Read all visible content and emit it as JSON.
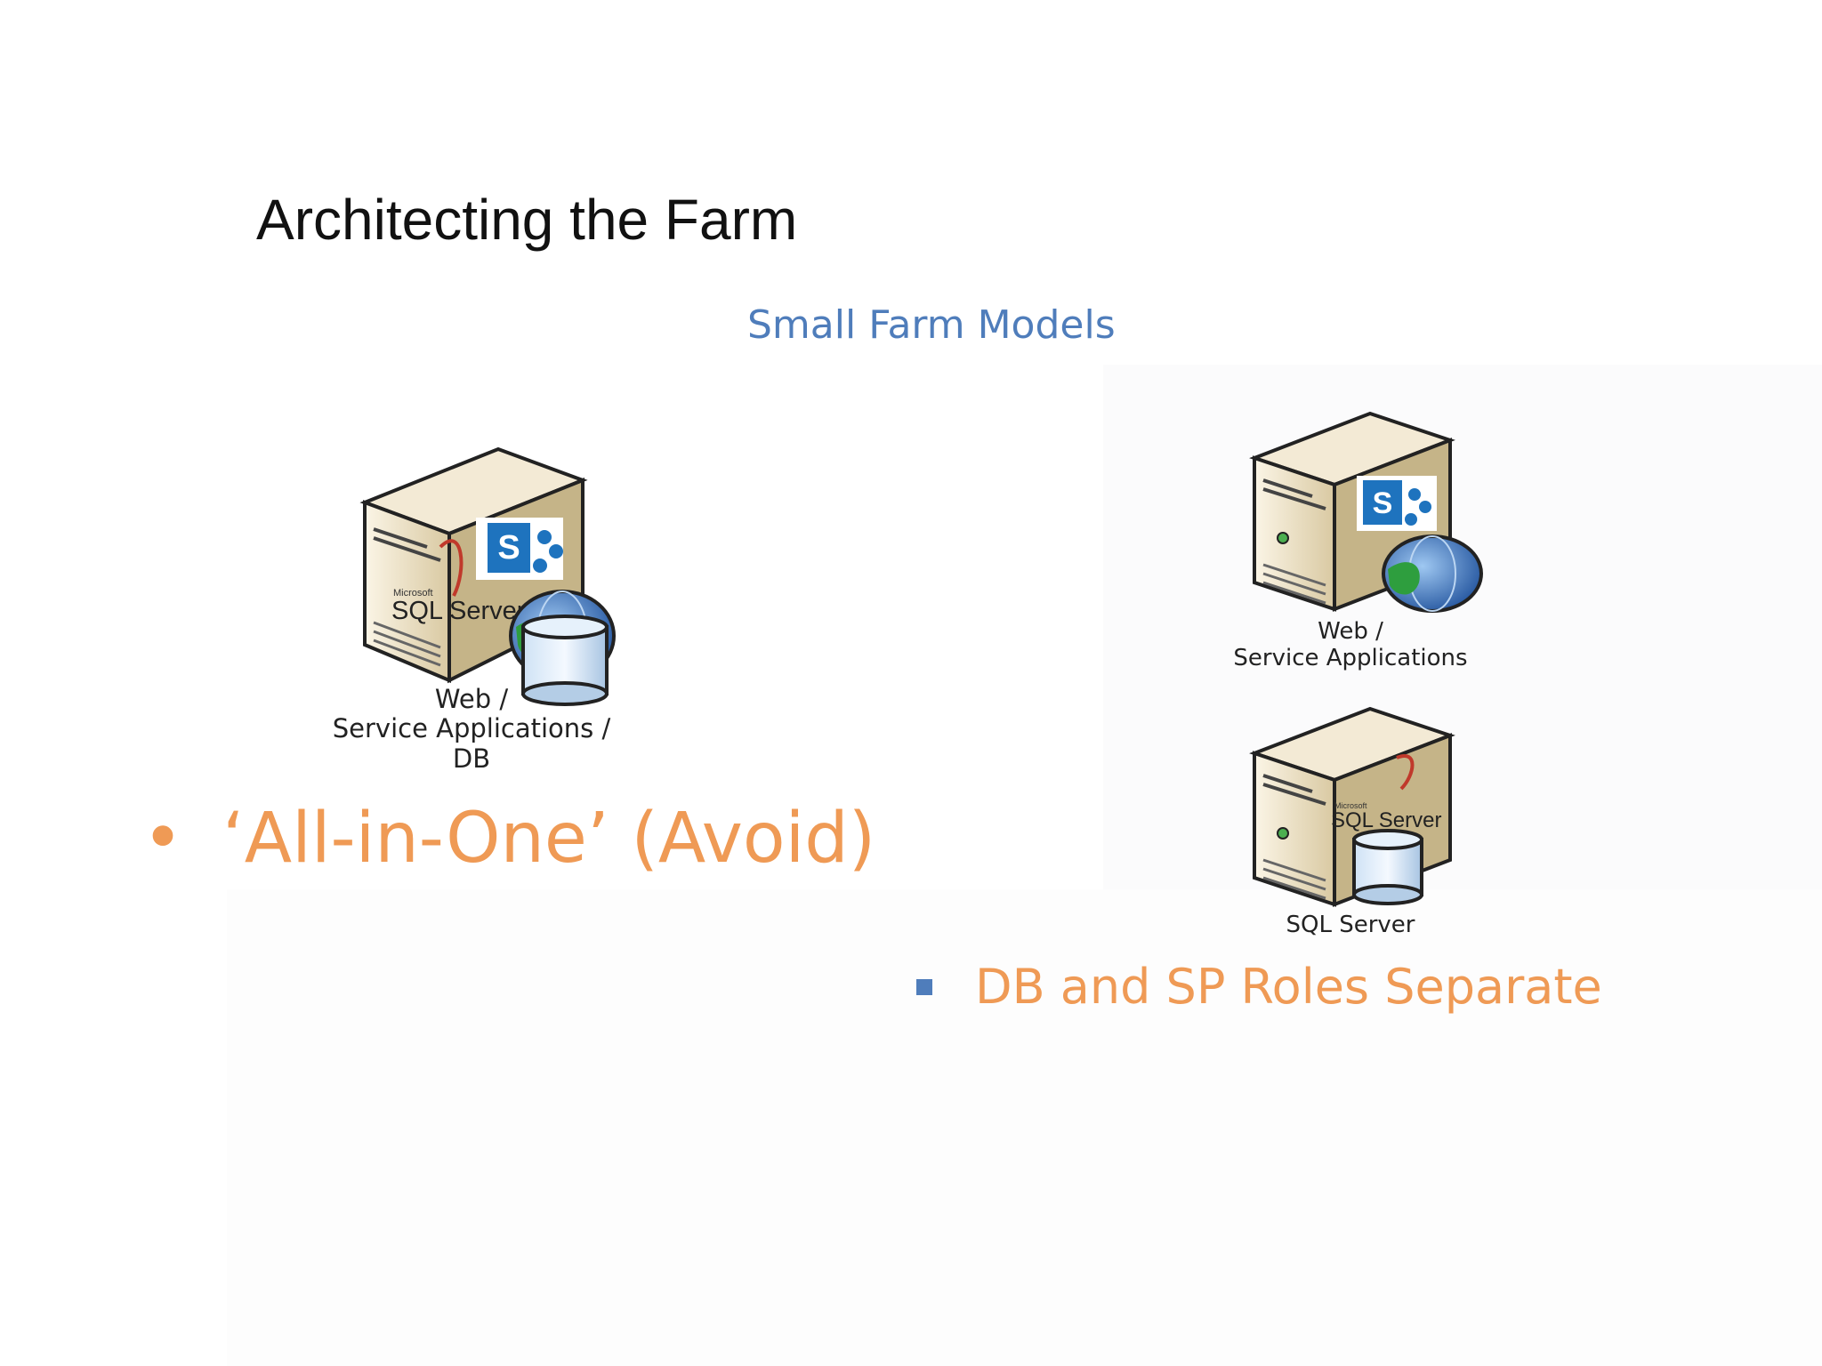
{
  "slide": {
    "title": "Architecting the Farm",
    "subtitle": "Small Farm Models"
  },
  "models": {
    "all_in_one": {
      "caption_lines": [
        "Web /",
        "Service Applications /",
        "DB"
      ],
      "logo_sql": "SQL Server",
      "logo_sql_small": "Microsoft",
      "logo_sp": "S",
      "bullet": "‘All-in-One’ (Avoid)",
      "bullet_marker": "•"
    },
    "separate": {
      "web_caption_lines": [
        "Web /",
        "Service Applications"
      ],
      "web_logo_sp": "S",
      "sql_caption": "SQL Server",
      "sql_logo": "SQL Server",
      "sql_logo_small": "Microsoft",
      "bullet": "DB and SP Roles Separate"
    }
  },
  "colors": {
    "title": "#111111",
    "subtitle": "#4f7dbb",
    "bullet_text": "#ef9a55",
    "sp_blue": "#1e73be",
    "server_tan": "#e9dcc0"
  },
  "icons": {
    "server": "server-tower-icon",
    "sharepoint": "sharepoint-logo-icon",
    "globe": "globe-icon",
    "database": "database-cylinder-icon",
    "sql": "sql-server-logo-icon"
  }
}
